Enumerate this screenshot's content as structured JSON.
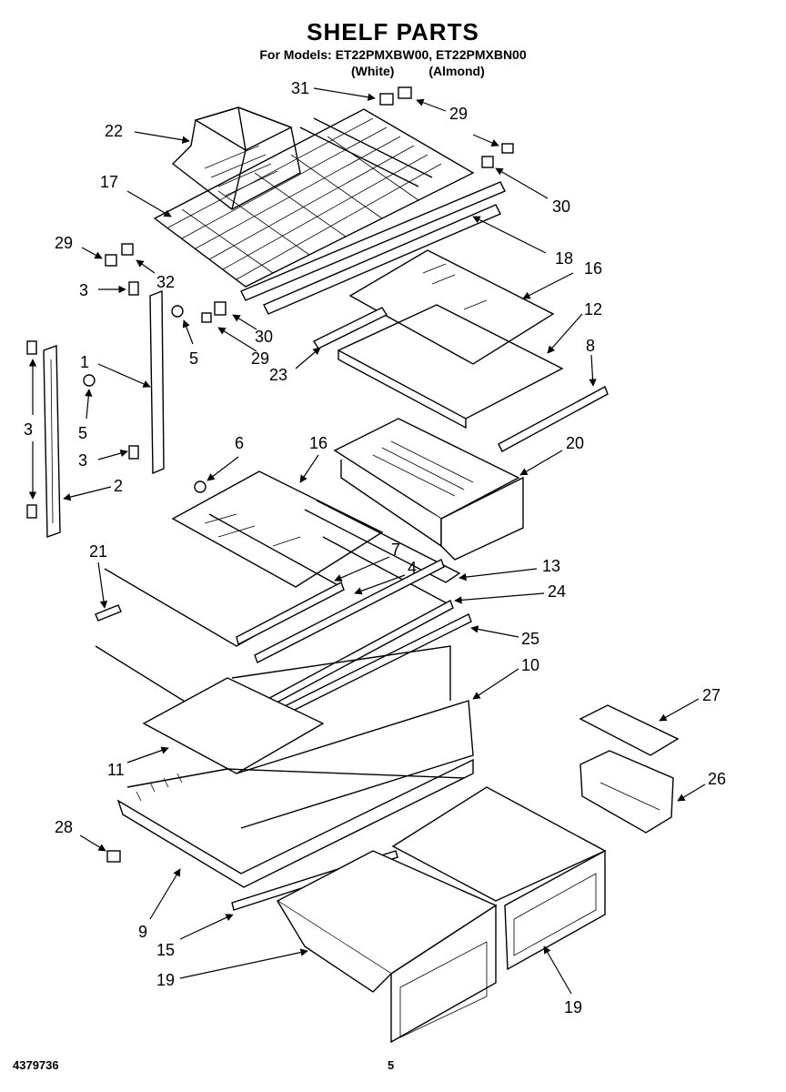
{
  "title": "SHELF PARTS",
  "subtitle": "For Models: ET22PMXBW00, ET22PMXBN00",
  "variants": [
    "(White)",
    "(Almond)"
  ],
  "doc_number": "4379736",
  "page_number": "5",
  "callouts": [
    "31",
    "29",
    "22",
    "30",
    "17",
    "18",
    "29",
    "32",
    "16",
    "3",
    "30",
    "12",
    "5",
    "29",
    "23",
    "8",
    "1",
    "3",
    "5",
    "6",
    "16",
    "20",
    "3",
    "2",
    "7",
    "13",
    "21",
    "4",
    "24",
    "25",
    "10",
    "27",
    "11",
    "26",
    "28",
    "9",
    "15",
    "19",
    "19"
  ]
}
